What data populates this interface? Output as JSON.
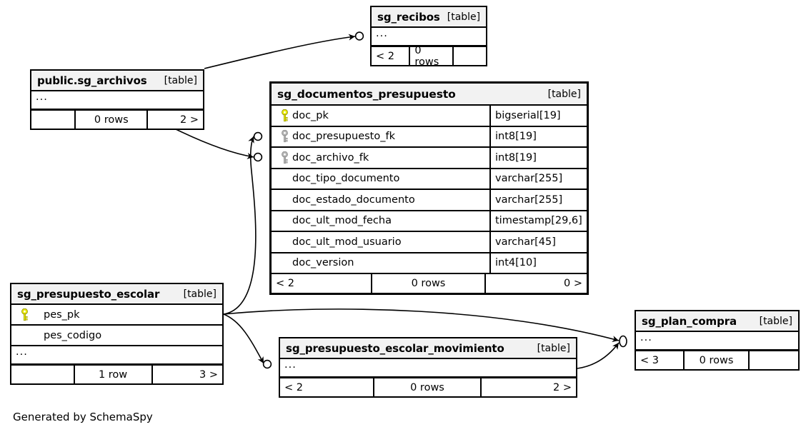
{
  "diagram": {
    "footer_text": "Generated by SchemaSpy",
    "table_tag": "[table]",
    "ellipsis": "...",
    "colors": {
      "primary_key": "#e9e906",
      "foreign_key": "#b3b3b3",
      "header_bg": "#f2f2f2",
      "border": "#000000",
      "background": "#ffffff"
    }
  },
  "tables": {
    "sg_recibos": {
      "name": "sg_recibos",
      "tag": "[table]",
      "ellipsis": "...",
      "footer": {
        "left": "< 2",
        "center": "0 rows",
        "right": ""
      }
    },
    "sg_archivos": {
      "name": "public.sg_archivos",
      "tag": "[table]",
      "ellipsis": "...",
      "footer": {
        "left": "",
        "center": "0 rows",
        "right": "2 >"
      }
    },
    "sg_documentos_presupuesto": {
      "name": "sg_documentos_presupuesto",
      "tag": "[table]",
      "columns": [
        {
          "key": "primary",
          "name": "doc_pk",
          "type": "bigserial[19]"
        },
        {
          "key": "foreign",
          "name": "doc_presupuesto_fk",
          "type": "int8[19]"
        },
        {
          "key": "foreign",
          "name": "doc_archivo_fk",
          "type": "int8[19]"
        },
        {
          "key": "none",
          "name": "doc_tipo_documento",
          "type": "varchar[255]"
        },
        {
          "key": "none",
          "name": "doc_estado_documento",
          "type": "varchar[255]"
        },
        {
          "key": "none",
          "name": "doc_ult_mod_fecha",
          "type": "timestamp[29,6]"
        },
        {
          "key": "none",
          "name": "doc_ult_mod_usuario",
          "type": "varchar[45]"
        },
        {
          "key": "none",
          "name": "doc_version",
          "type": "int4[10]"
        }
      ],
      "footer": {
        "left": "< 2",
        "center": "0 rows",
        "right": "0 >"
      }
    },
    "sg_presupuesto_escolar": {
      "name": "sg_presupuesto_escolar",
      "tag": "[table]",
      "columns": [
        {
          "key": "primary",
          "name": "pes_pk"
        },
        {
          "key": "none",
          "name": "pes_codigo"
        }
      ],
      "ellipsis": "...",
      "footer": {
        "left": "",
        "center": "1 row",
        "right": "3 >"
      }
    },
    "sg_presupuesto_escolar_movimiento": {
      "name": "sg_presupuesto_escolar_movimiento",
      "tag": "[table]",
      "ellipsis": "...",
      "footer": {
        "left": "< 2",
        "center": "0 rows",
        "right": "2 >"
      }
    },
    "sg_plan_compra": {
      "name": "sg_plan_compra",
      "tag": "[table]",
      "ellipsis": "...",
      "footer": {
        "left": "< 3",
        "center": "0 rows",
        "right": ""
      }
    }
  },
  "relationships": [
    {
      "from": "sg_archivos",
      "to": "sg_recibos"
    },
    {
      "from": "sg_archivos",
      "to": "sg_documentos_presupuesto.doc_archivo_fk"
    },
    {
      "from": "sg_presupuesto_escolar",
      "to": "sg_documentos_presupuesto.doc_presupuesto_fk"
    },
    {
      "from": "sg_presupuesto_escolar",
      "to": "sg_presupuesto_escolar_movimiento"
    },
    {
      "from": "sg_presupuesto_escolar",
      "to": "sg_plan_compra"
    },
    {
      "from": "sg_presupuesto_escolar_movimiento",
      "to": "sg_plan_compra"
    }
  ]
}
